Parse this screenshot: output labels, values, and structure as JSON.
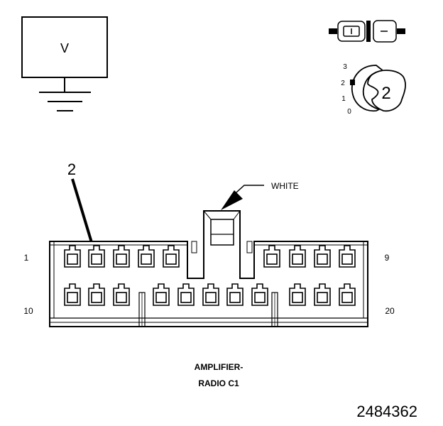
{
  "meter": {
    "label": "V"
  },
  "probe": {
    "scale": [
      "3",
      "2",
      "1",
      "0"
    ],
    "selected": "2"
  },
  "callout": {
    "label": "2"
  },
  "connector": {
    "color_label": "WHITE",
    "pin_start_top": "1",
    "pin_end_top": "9",
    "pin_start_bottom": "10",
    "pin_end_bottom": "20",
    "name_line1": "AMPLIFIER-",
    "name_line2": "RADIO C1"
  },
  "figure_number": "2484362"
}
